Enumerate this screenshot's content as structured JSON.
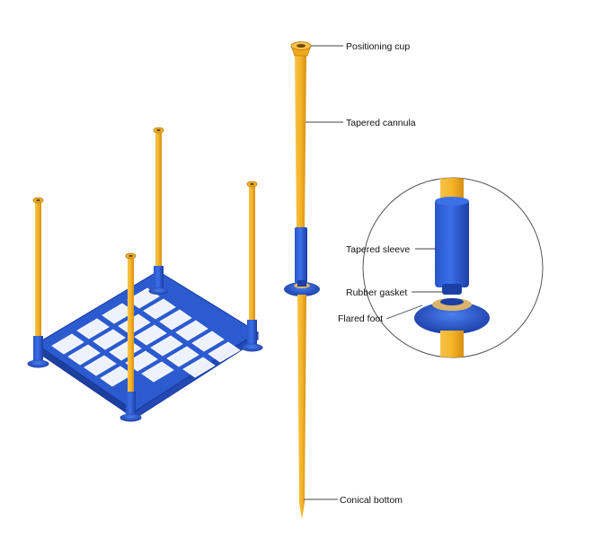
{
  "labels": {
    "positioning_cup": "Positioning cup",
    "tapered_cannula": "Tapered cannula",
    "tapered_sleeve": "Tapered sleeve",
    "rubber_gasket": "Rubber gasket",
    "flared_foot": "Flared foot",
    "conical_bottom": "Conical bottom"
  },
  "colors": {
    "post_yellow": "#f5b428",
    "post_shadow": "#d88e12",
    "frame_blue": "#2e5fd6",
    "frame_dark": "#1c3fa6",
    "gasket_tan": "#d9b46a",
    "leader_line": "#444444",
    "detail_circle": "#555555"
  }
}
